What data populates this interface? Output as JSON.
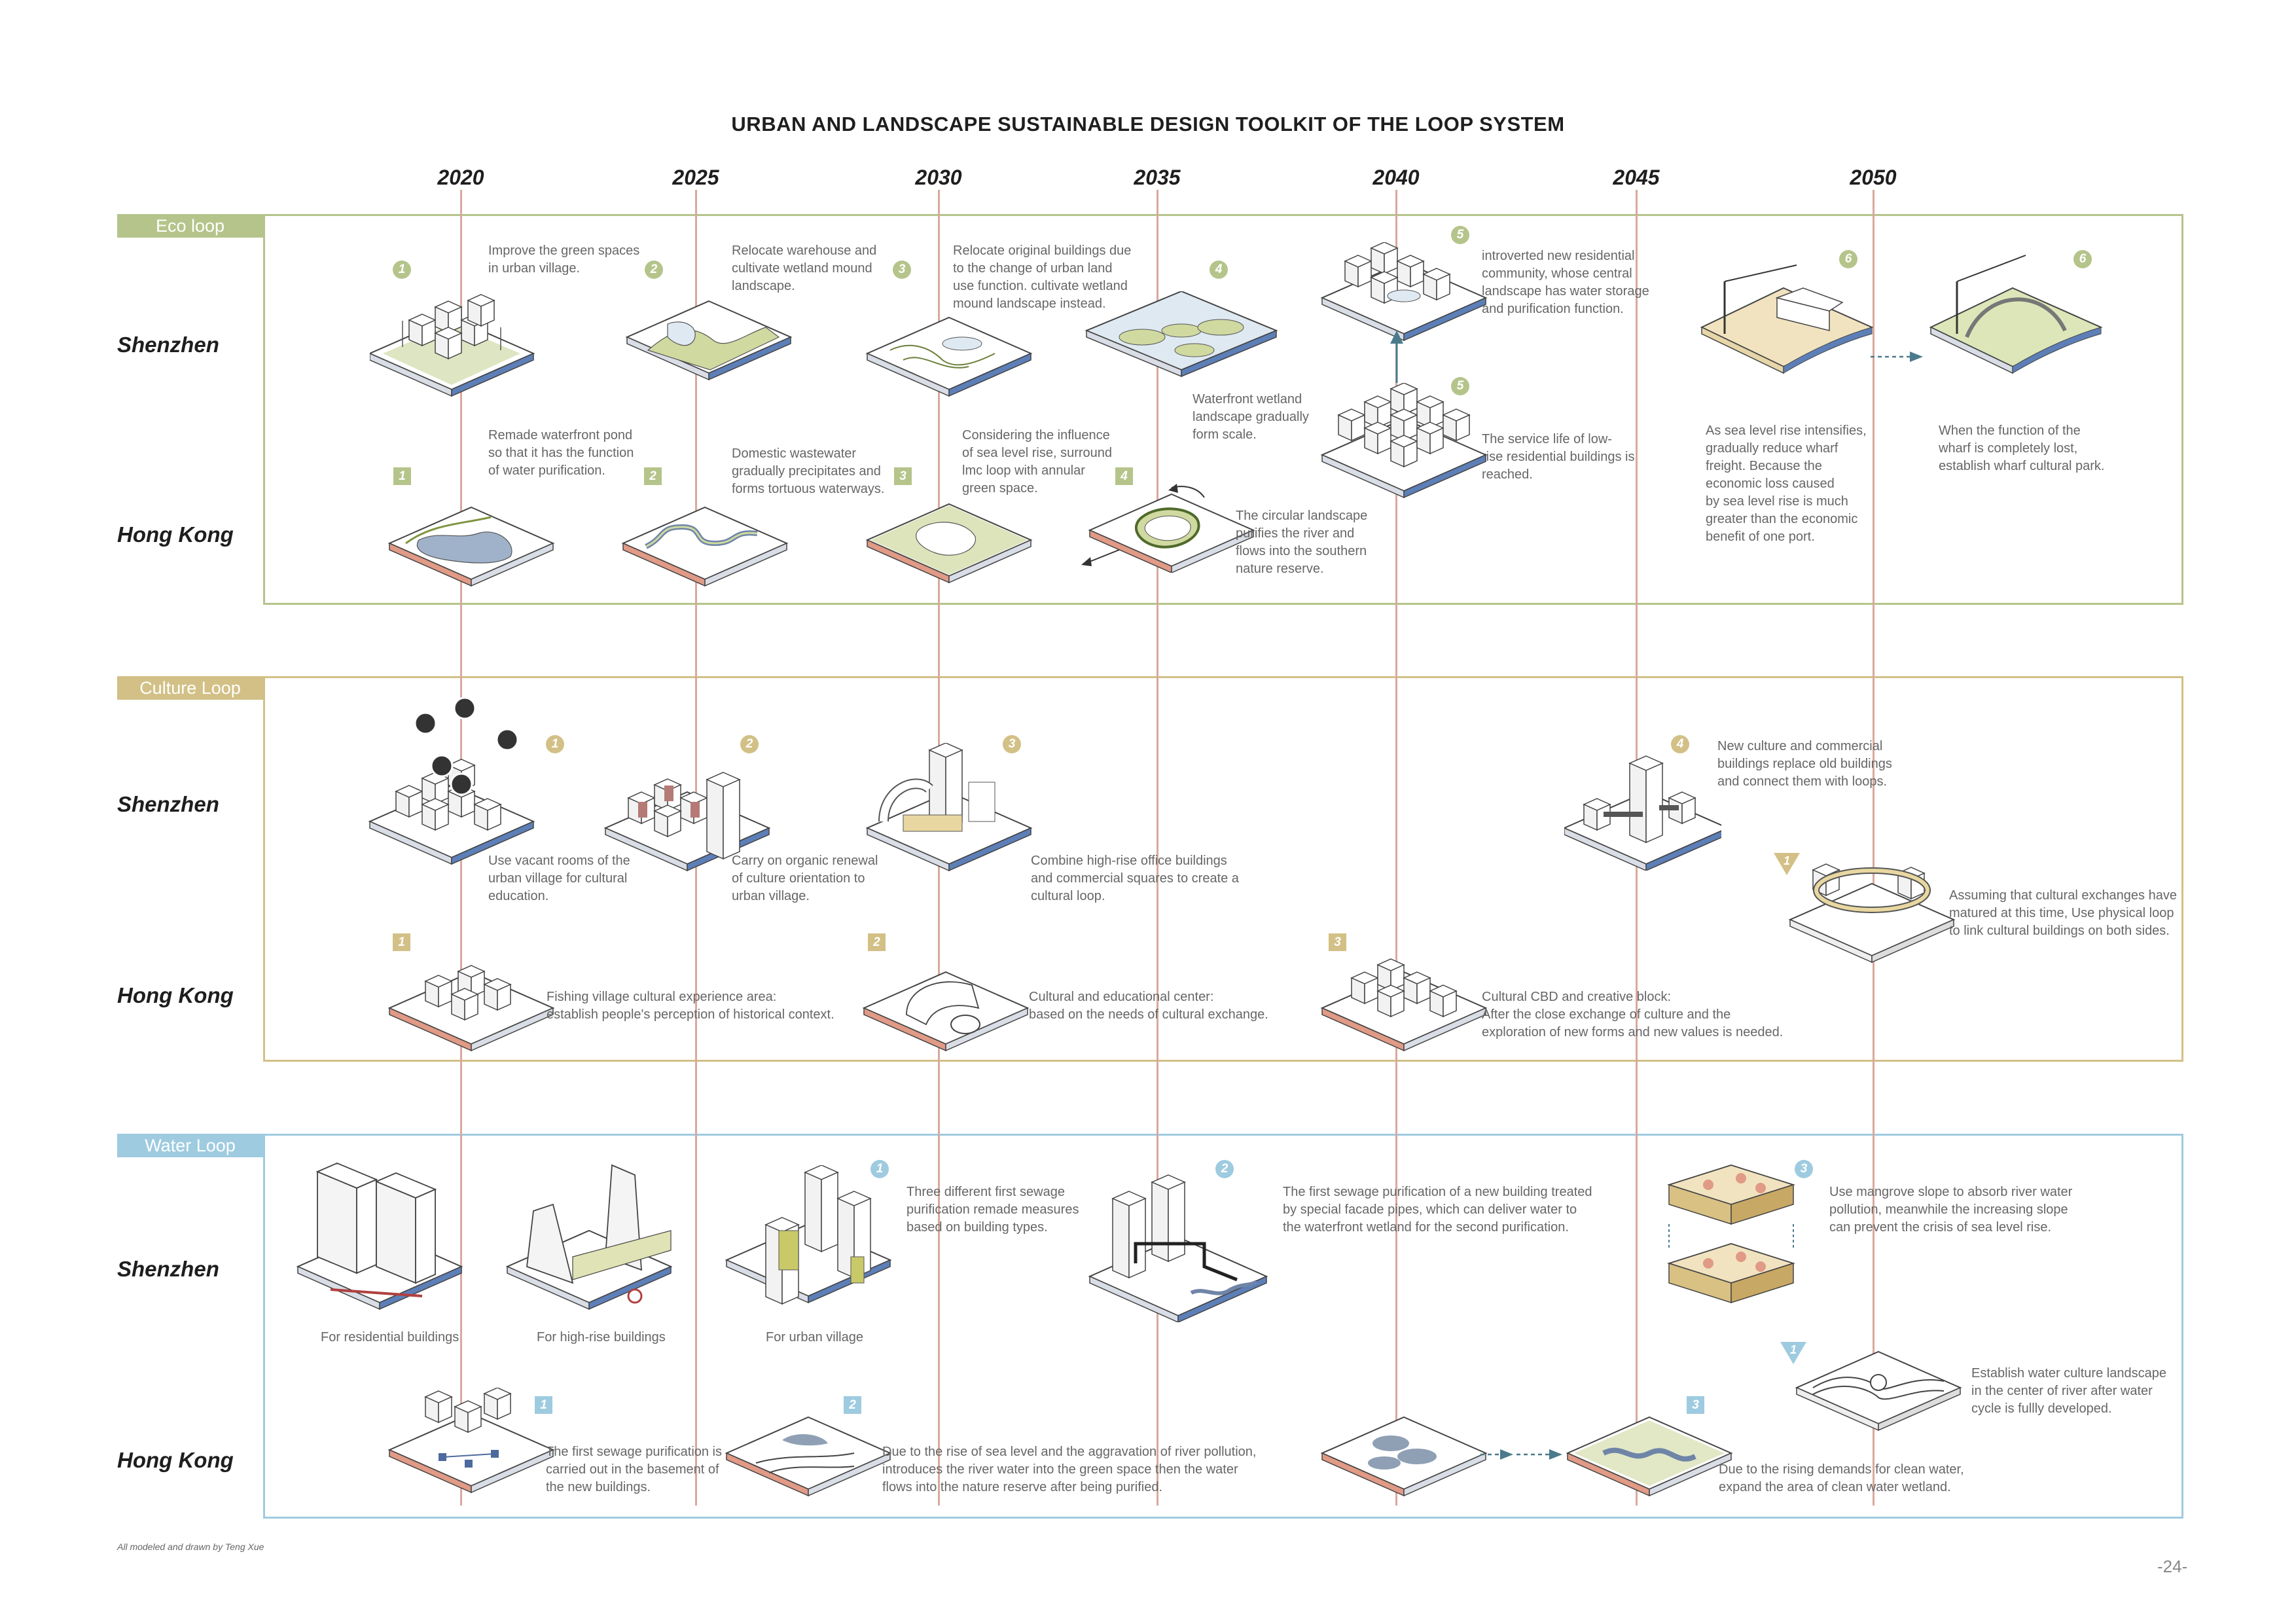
{
  "title": "URBAN AND LANDSCAPE SUSTAINABLE DESIGN TOOLKIT OF THE LOOP SYSTEM",
  "years": [
    "2020",
    "2025",
    "2030",
    "2035",
    "2040",
    "2045",
    "2050"
  ],
  "colors": {
    "eco": "#b5c48a",
    "culture": "#d2c086",
    "water": "#9ecbe0",
    "timeline": "#d9a99d"
  },
  "sections": {
    "eco": "Eco loop",
    "culture": "Culture Loop",
    "water": "Water Loop"
  },
  "rows": {
    "shenzhen": "Shenzhen",
    "hongkong": "Hong Kong"
  },
  "eco": {
    "sz": [
      {
        "num": "1",
        "text": "Improve the green spaces\nin urban village."
      },
      {
        "num": "2",
        "text": "Relocate warehouse and\ncultivate wetland mound\nlandscape."
      },
      {
        "num": "3",
        "text": "Relocate original buildings due\nto the change of urban land\nuse function. cultivate wetland\nmound landscape instead."
      },
      {
        "num": "4",
        "text": "Waterfront wetland\nlandscape gradually\nform scale."
      },
      {
        "num": "5",
        "text": "introverted new residential\ncommunity, whose central\nlandscape has water storage\nand purification function."
      },
      {
        "num": "5",
        "text": "The service life of low-\nrise residential buildings is\nreached."
      },
      {
        "num": "6",
        "text": "As sea level rise intensifies,\ngradually reduce wharf\nfreight. Because the\neconomic loss caused\nby sea level rise is much\ngreater than the economic\nbenefit of one port."
      },
      {
        "num": "6",
        "text": "When the function of the\nwharf is completely lost,\nestablish wharf cultural park."
      }
    ],
    "hk": [
      {
        "num": "1",
        "text": "Remade waterfront pond\nso that it has the function\nof water purification."
      },
      {
        "num": "2",
        "text": "Domestic wastewater\ngradually precipitates and\nforms tortuous waterways."
      },
      {
        "num": "3",
        "text": "Considering the influence\nof sea level rise, surround\nlmc loop with annular\ngreen space."
      },
      {
        "num": "4",
        "text": "The circular landscape\npurifies the river and\nflows into the southern\nnature reserve."
      }
    ]
  },
  "culture": {
    "sz": [
      {
        "num": "1",
        "text": "Use vacant rooms of the\nurban village for cultural\neducation."
      },
      {
        "num": "2",
        "text": "Carry on organic renewal\nof culture orientation to\nurban village."
      },
      {
        "num": "3",
        "text": "Combine high-rise office buildings\nand commercial squares to create a\ncultural loop."
      },
      {
        "num": "4",
        "text": "New culture and commercial\nbuildings replace old buildings\nand connect them with loops."
      },
      {
        "num": "1",
        "text": "Assuming that cultural exchanges have\nmatured at this time, Use physical loop\nto link cultural buildings on both sides."
      }
    ],
    "hk": [
      {
        "num": "1",
        "text": "Fishing village cultural experience area:\nestablish people's perception of historical context."
      },
      {
        "num": "2",
        "text": "Cultural and educational center:\nbased on the needs of cultural exchange."
      },
      {
        "num": "3",
        "text": "Cultural CBD and creative block:\nAfter the close exchange of culture and the\nexploration of new forms and new values is needed."
      }
    ]
  },
  "water": {
    "sz": [
      {
        "text": "For residential buildings"
      },
      {
        "text": "For high-rise buildings"
      },
      {
        "text": "For urban village"
      },
      {
        "num": "1",
        "text": "Three different first sewage\npurification remade measures\nbased on building types."
      },
      {
        "num": "2",
        "text": "The first sewage purification of a new building treated\nby special facade pipes, which can deliver water to\nthe waterfront wetland for the second purification."
      },
      {
        "num": "3",
        "text": "Use mangrove slope to absorb river water\npollution, meanwhile the increasing slope\ncan prevent the crisis of sea level rise."
      },
      {
        "num": "1",
        "text": "Establish water culture landscape\nin the center of river after water\ncycle is fullly developed."
      }
    ],
    "hk": [
      {
        "num": "1",
        "text": "The first sewage purification is\ncarried out in the basement of\nthe new buildings."
      },
      {
        "num": "2",
        "text": "Due to the rise of sea level and the aggravation of river pollution,\nintroduces the river water into the green space then the water\nflows into the nature reserve after being purified."
      },
      {
        "num": "3",
        "text": "Due to the rising demands for clean water,\nexpand the area of clean water wetland."
      }
    ]
  },
  "credit": "All modeled and drawn by Teng Xue",
  "page": "-24-"
}
